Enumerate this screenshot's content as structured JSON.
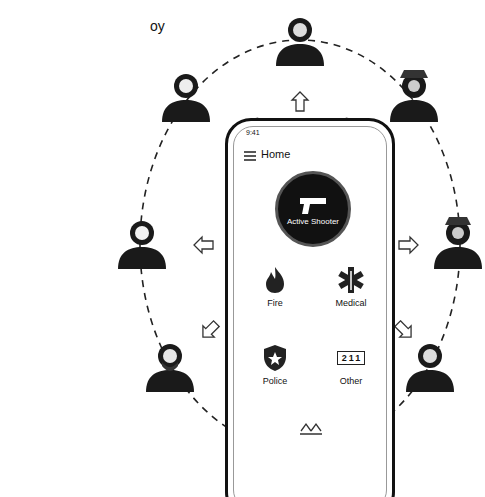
{
  "diagram": {
    "nodes": [
      {
        "text": [
          "Home"
        ]
      },
      {
        "text": [
          "Active Shooter"
        ],
        "in": 0
      },
      {
        "text": [
          "Fire"
        ],
        "in": 0
      },
      {
        "text": [
          "Medical"
        ],
        "in": 0
      },
      {
        "text": [
          "Police"
        ],
        "in": 0
      },
      {
        "text": [
          "Other"
        ],
        "in": 0
      }
    ],
    "labels": [
      "oy",
      "9:41",
      "211"
    ]
  }
}
